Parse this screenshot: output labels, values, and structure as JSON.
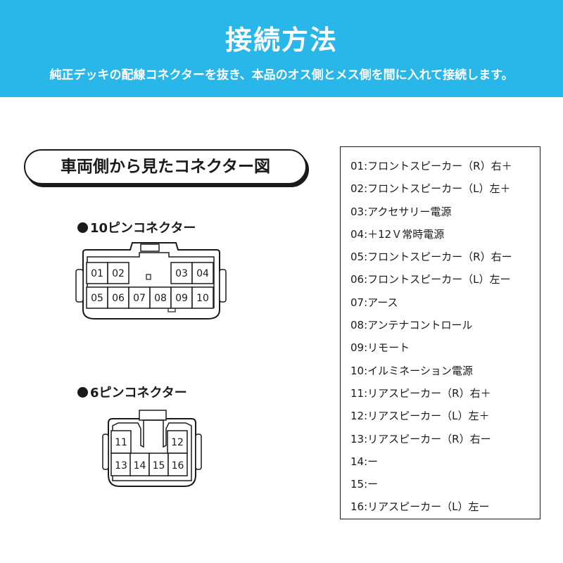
{
  "header": {
    "title": "接続方法",
    "subtitle": "純正デッキの配線コネクターを抜き、本品のオス側とメス側を間に入れて接続します。",
    "background_color": "#29b6e8"
  },
  "view_label": "車両側から見たコネクター図",
  "connector_10": {
    "title": "10ピンコネクター",
    "pins": [
      "01",
      "02",
      "03",
      "04",
      "05",
      "06",
      "07",
      "08",
      "09",
      "10"
    ]
  },
  "connector_6": {
    "title": "6ピンコネクター",
    "pins": [
      "11",
      "12",
      "13",
      "14",
      "15",
      "16"
    ]
  },
  "pin_list": [
    "01:フロントスピーカー（R）右＋",
    "02:フロントスピーカー（L）左＋",
    "03:アクセサリー電源",
    "04:＋12Ｖ常時電源",
    "05:フロントスピーカー（R）右ー",
    "06:フロントスピーカー（L）左ー",
    "07:アース",
    "08:アンテナコントロール",
    "09:リモート",
    "10:イルミネーション電源",
    "11:リアスピーカー（R）右＋",
    "12:リアスピーカー（L）左＋",
    "13:リアスピーカー（R）右ー",
    "14:ー",
    "15:ー",
    "16:リアスピーカー（L）左ー"
  ]
}
